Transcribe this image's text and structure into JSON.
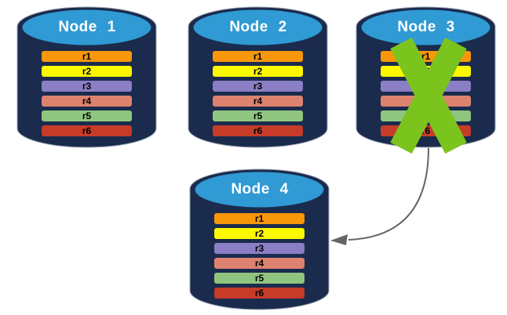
{
  "canvas": {
    "background": "#FFFFFF"
  },
  "nodes": [
    {
      "id": "node-1",
      "label": "Node 1",
      "failed": false
    },
    {
      "id": "node-2",
      "label": "Node 2",
      "failed": false
    },
    {
      "id": "node-3",
      "label": "Node 3",
      "failed": true
    },
    {
      "id": "node-4",
      "label": "Node 4",
      "failed": false
    }
  ],
  "replicas": [
    {
      "label": "r1",
      "color": "#F79709"
    },
    {
      "label": "r2",
      "color": "#FCF800"
    },
    {
      "label": "r3",
      "color": "#8A7EC4"
    },
    {
      "label": "r4",
      "color": "#DE8270"
    },
    {
      "label": "r5",
      "color": "#90C580"
    },
    {
      "label": "r6",
      "color": "#C63C28"
    }
  ],
  "cylinder": {
    "body_color": "#1B2B4D",
    "top_color": "#2F9AD3",
    "outline_color": "#9AA4B2",
    "label_color": "#FFFFFF",
    "row_text_color": "#000000"
  },
  "failure_mark": {
    "symbol": "X",
    "color": "#7BC41E",
    "on_node": "Node 3"
  },
  "arrow": {
    "color": "#666666",
    "from": "Node 3",
    "to": "Node 4"
  }
}
